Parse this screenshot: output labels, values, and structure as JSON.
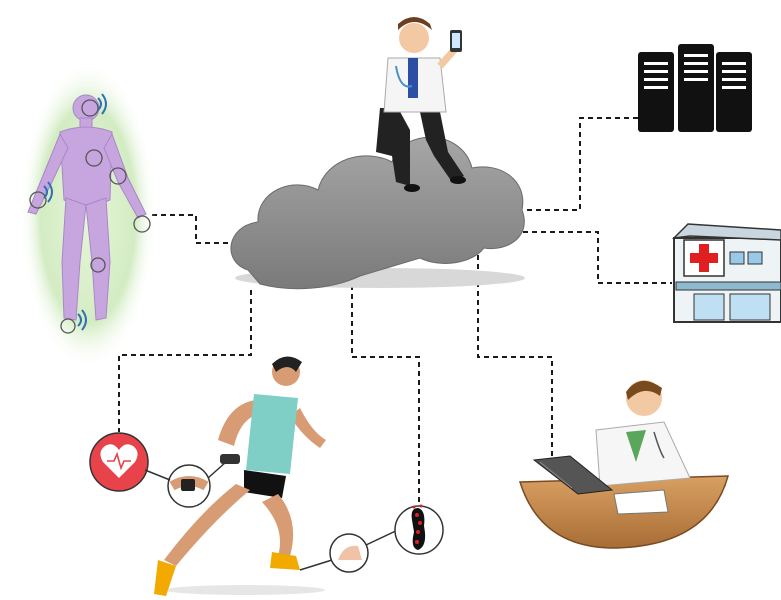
{
  "scene": {
    "colors": {
      "cloud": "#8e8e8e",
      "connector": "#1a1a1a",
      "body_sensor_glow": "#c9e7b8",
      "body": "#c7a6e0",
      "server": "#111111",
      "hospital_cross": "#e02020",
      "heart_badge": "#e8434a",
      "runner_shirt": "#7fcfc7",
      "runner_shoes": "#f2a900",
      "desk": "#c98a4a"
    },
    "nodes": [
      {
        "id": "cloud",
        "icon": "cloud-icon"
      },
      {
        "id": "doctor-with-phone",
        "icon": "doctor-phone-icon"
      },
      {
        "id": "body-sensor-network",
        "icon": "human-body-icon"
      },
      {
        "id": "data-server",
        "icon": "server-icon"
      },
      {
        "id": "hospital",
        "icon": "hospital-icon"
      },
      {
        "id": "runner",
        "icon": "runner-icon"
      },
      {
        "id": "heart-rate-sensor",
        "icon": "heart-icon"
      },
      {
        "id": "wrist-sensor",
        "icon": "smartwatch-icon"
      },
      {
        "id": "ankle-sensor",
        "icon": "ankle-icon"
      },
      {
        "id": "foot-pressure-sensor",
        "icon": "footprint-icon"
      },
      {
        "id": "physician-at-laptop",
        "icon": "doctor-laptop-icon"
      }
    ]
  }
}
